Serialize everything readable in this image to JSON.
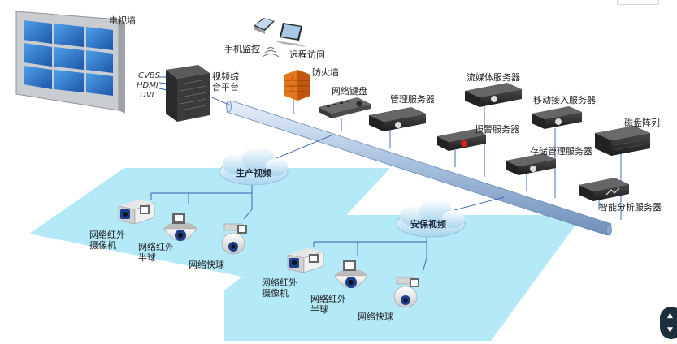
{
  "labels": {
    "tv_wall": "电视墙",
    "cvbs": "CVBS",
    "hdmi": "HDMI",
    "dvi": "DVI",
    "video_platform": "视频综\n合平台",
    "mobile_monitor": "手机监控",
    "remote_access": "远程访问",
    "firewall": "防火墙",
    "network_keyboard": "网络键盘",
    "mgmt_server": "管理服务器",
    "stream_server": "流媒体服务器",
    "alarm_server": "报警服务器",
    "mobile_access_server": "移动接入服务器",
    "storage_mgmt_server": "存储管理服务器",
    "disk_array": "磁盘阵列",
    "analysis_server": "智能分析服务器"
  },
  "zones": {
    "production": {
      "title": "生产视频",
      "camera_ir": "网络红外\n摄像机",
      "dome_ir": "网络红外\n半球",
      "speed_dome": "网络快球"
    },
    "security": {
      "title": "安保视频",
      "camera_ir": "网络红外\n摄像机",
      "dome_ir": "网络红外\n半球",
      "speed_dome": "网络快球"
    }
  },
  "colors": {
    "zone_fill": "#b4e9f8",
    "backbone": "#9cb8d8",
    "link_line": "#2f5db0",
    "screen_blue": "#2c6fc0",
    "firewall": "#e4761e"
  }
}
